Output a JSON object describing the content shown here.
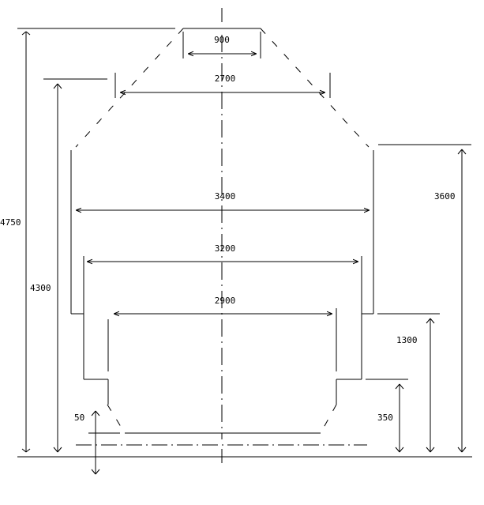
{
  "diagram": {
    "line_color": "#000000",
    "background_color": "#ffffff",
    "dimensions": {
      "top_width": "900",
      "upper_width": "2700",
      "widest_width": "3400",
      "inner_width": "3200",
      "base_width": "2900",
      "total_height": "4750",
      "inner_height": "4300",
      "shoulder_height": "3600",
      "step_height": "1300",
      "plinth_height": "350",
      "offset": "50"
    }
  }
}
